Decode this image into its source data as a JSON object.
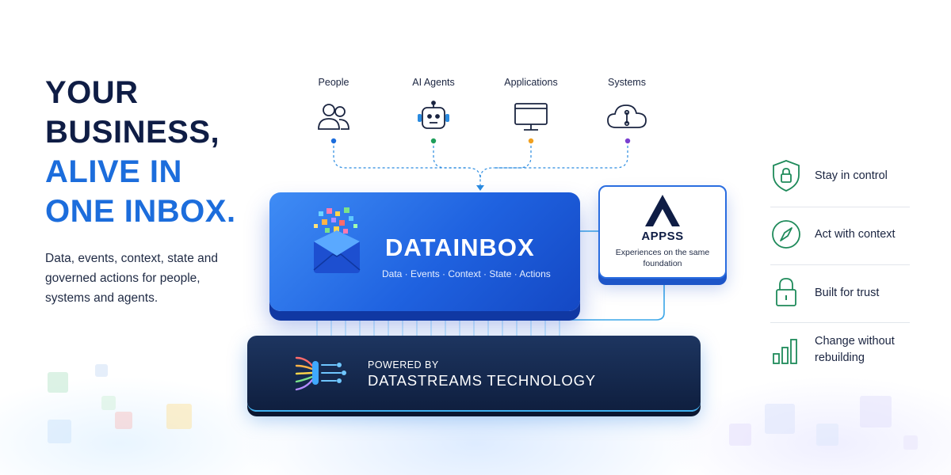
{
  "headline": {
    "line1": "YOUR",
    "line2": "BUSINESS,",
    "line3": "ALIVE IN",
    "line4": "ONE INBOX."
  },
  "subtext": "Data, events, context, state and governed actions for people, systems and agents.",
  "sources": [
    {
      "label": "People",
      "icon": "people-icon",
      "color": "#1c6ddc"
    },
    {
      "label": "AI Agents",
      "icon": "robot-icon",
      "color": "#1e9e5a"
    },
    {
      "label": "Applications",
      "icon": "monitor-icon",
      "color": "#f0a020"
    },
    {
      "label": "Systems",
      "icon": "cloud-icon",
      "color": "#7a3fd0"
    }
  ],
  "inbox": {
    "title": "DATAINBOX",
    "subtitle": "Data · Events · Context · State · Actions"
  },
  "appss": {
    "title": "APPSS",
    "subtitle": "Experiences on the same foundation"
  },
  "datastreams": {
    "powered": "POWERED BY",
    "tech": "DATASTREAMS TECHNOLOGY"
  },
  "features": [
    {
      "label": "Stay in control",
      "icon": "shield-lock-icon"
    },
    {
      "label": "Act with context",
      "icon": "compass-icon"
    },
    {
      "label": "Built for trust",
      "icon": "padlock-icon"
    },
    {
      "label": "Change without rebuilding",
      "icon": "bar-chart-icon"
    }
  ],
  "colors": {
    "navy": "#0f1d45",
    "blue": "#1c6ddc",
    "green": "#1e8a5a"
  }
}
